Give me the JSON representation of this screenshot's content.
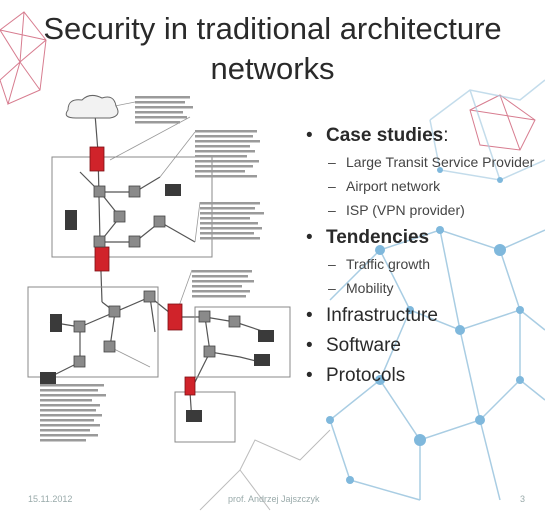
{
  "slide": {
    "title_line1": "Security in traditional architecture",
    "title_line2": "networks",
    "bullets": [
      {
        "level": 1,
        "text": "Case studies",
        "suffix": ":",
        "bold": true
      },
      {
        "level": 2,
        "text": "Large Transit Service Provider"
      },
      {
        "level": 2,
        "text": "Airport network"
      },
      {
        "level": 2,
        "text": "ISP (VPN provider)"
      },
      {
        "level": 1,
        "text": "Tendencies",
        "suffix": "",
        "bold": true
      },
      {
        "level": 2,
        "text": "Traffic growth"
      },
      {
        "level": 2,
        "text": "Mobility"
      },
      {
        "level": 1,
        "text": "Infrastructure",
        "suffix": "",
        "bold": false
      },
      {
        "level": 1,
        "text": "Software",
        "suffix": "",
        "bold": false
      },
      {
        "level": 1,
        "text": "Protocols",
        "suffix": "",
        "bold": false
      }
    ],
    "footer": {
      "date": "15.11.2012",
      "author": "prof. Andrzej Jajszczyk",
      "page": "3"
    }
  },
  "colors": {
    "firewall": "#d0232a",
    "router": "#8a8a8a",
    "decor_red": "#c9506a",
    "decor_blue": "#7fb8dc"
  }
}
